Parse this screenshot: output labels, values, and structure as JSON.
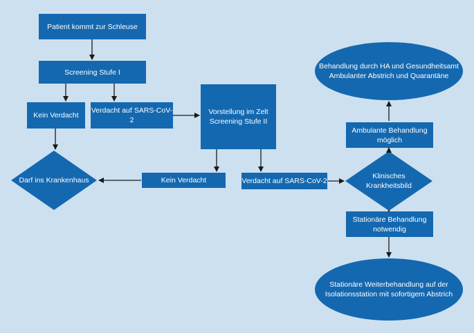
{
  "colors": {
    "background": "#cde0ef",
    "node_fill": "#1468b0",
    "text": "#ffffff",
    "arrow": "#1a1a1a"
  },
  "nodes": {
    "patient_arrives": "Patient kommt zur Schleuse",
    "screening_1": "Screening Stufe I",
    "no_suspicion_1": "Kein Verdacht",
    "suspicion_1": "Verdacht auf SARS-CoV-2",
    "tent_screening_2": "Vorstellung im Zelt\nScreening Stufe II",
    "hospital_allowed": "Darf ins Krankenhaus",
    "no_suspicion_2": "Kein Verdacht",
    "suspicion_2": "Verdacht auf SARS-CoV-2",
    "clinical_picture": "Klinisches\nKrankheitsbild",
    "outpatient_possible": "Ambulante Behandlung\nmöglich",
    "gp_health_office": "Behandlung durch HA und Gesundheitsamt\nAmbulanter Abstrich und Quarantäne",
    "inpatient_required": "Stationäre Behandlung\nnotwendig",
    "isolation_ward": "Stationäre Weiterbehandlung auf der\nIsolationsstation mit sofortigem Abstrich"
  }
}
